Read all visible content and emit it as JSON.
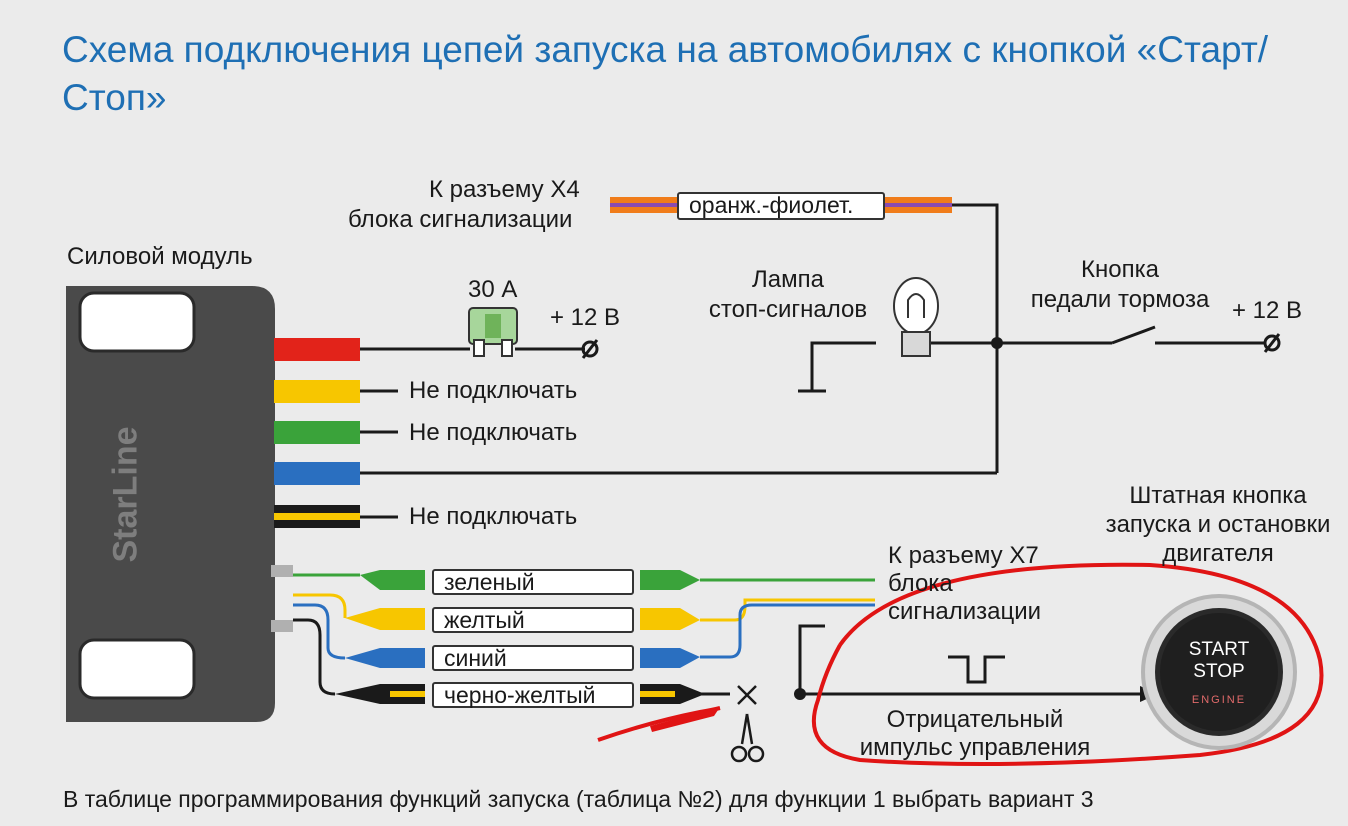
{
  "title": "Схема подключения цепей запуска на автомобилях с кнопкой «Старт/Стоп»",
  "power_module": {
    "label": "Силовой модуль",
    "brand": "StarLine"
  },
  "x4": {
    "line1": "К разъему Х4",
    "line2": "блока сигнализации",
    "wire_label": "оранж.-фиолет."
  },
  "fuse": {
    "label": "30 А"
  },
  "plus12_left": "+ 12 В",
  "plus12_right": "+ 12 В",
  "lamp": {
    "line1": "Лампа",
    "line2": "стоп-сигналов"
  },
  "brake": {
    "line1": "Кнопка",
    "line2": "педали тормоза"
  },
  "not_connect": [
    "Не подключать",
    "Не подключать",
    "Не подключать"
  ],
  "x7": {
    "line1": "К разъему Х7",
    "line2": "блока",
    "line3": "сигнализации"
  },
  "wires": [
    "зеленый",
    "желтый",
    "синий",
    "черно-желтый"
  ],
  "button": {
    "caption1": "Штатная кнопка",
    "caption2": "запуска и остановки",
    "caption3": "двигателя",
    "start": "START",
    "stop": "STOP",
    "engine": "ENGINE"
  },
  "impulse": {
    "line1": "Отрицательный",
    "line2": "импульс управления"
  },
  "footer": "В таблице программирования функций запуска (таблица №2) для функции 1 выбрать вариант 3",
  "colors": {
    "title": "#1e6fb4",
    "red": "#e2231a",
    "yellow": "#f7c600",
    "green": "#3aa33a",
    "blue": "#2a6fc0",
    "orange": "#f07c1a",
    "violet": "#8a4bb0",
    "annotation": "#e01414"
  }
}
